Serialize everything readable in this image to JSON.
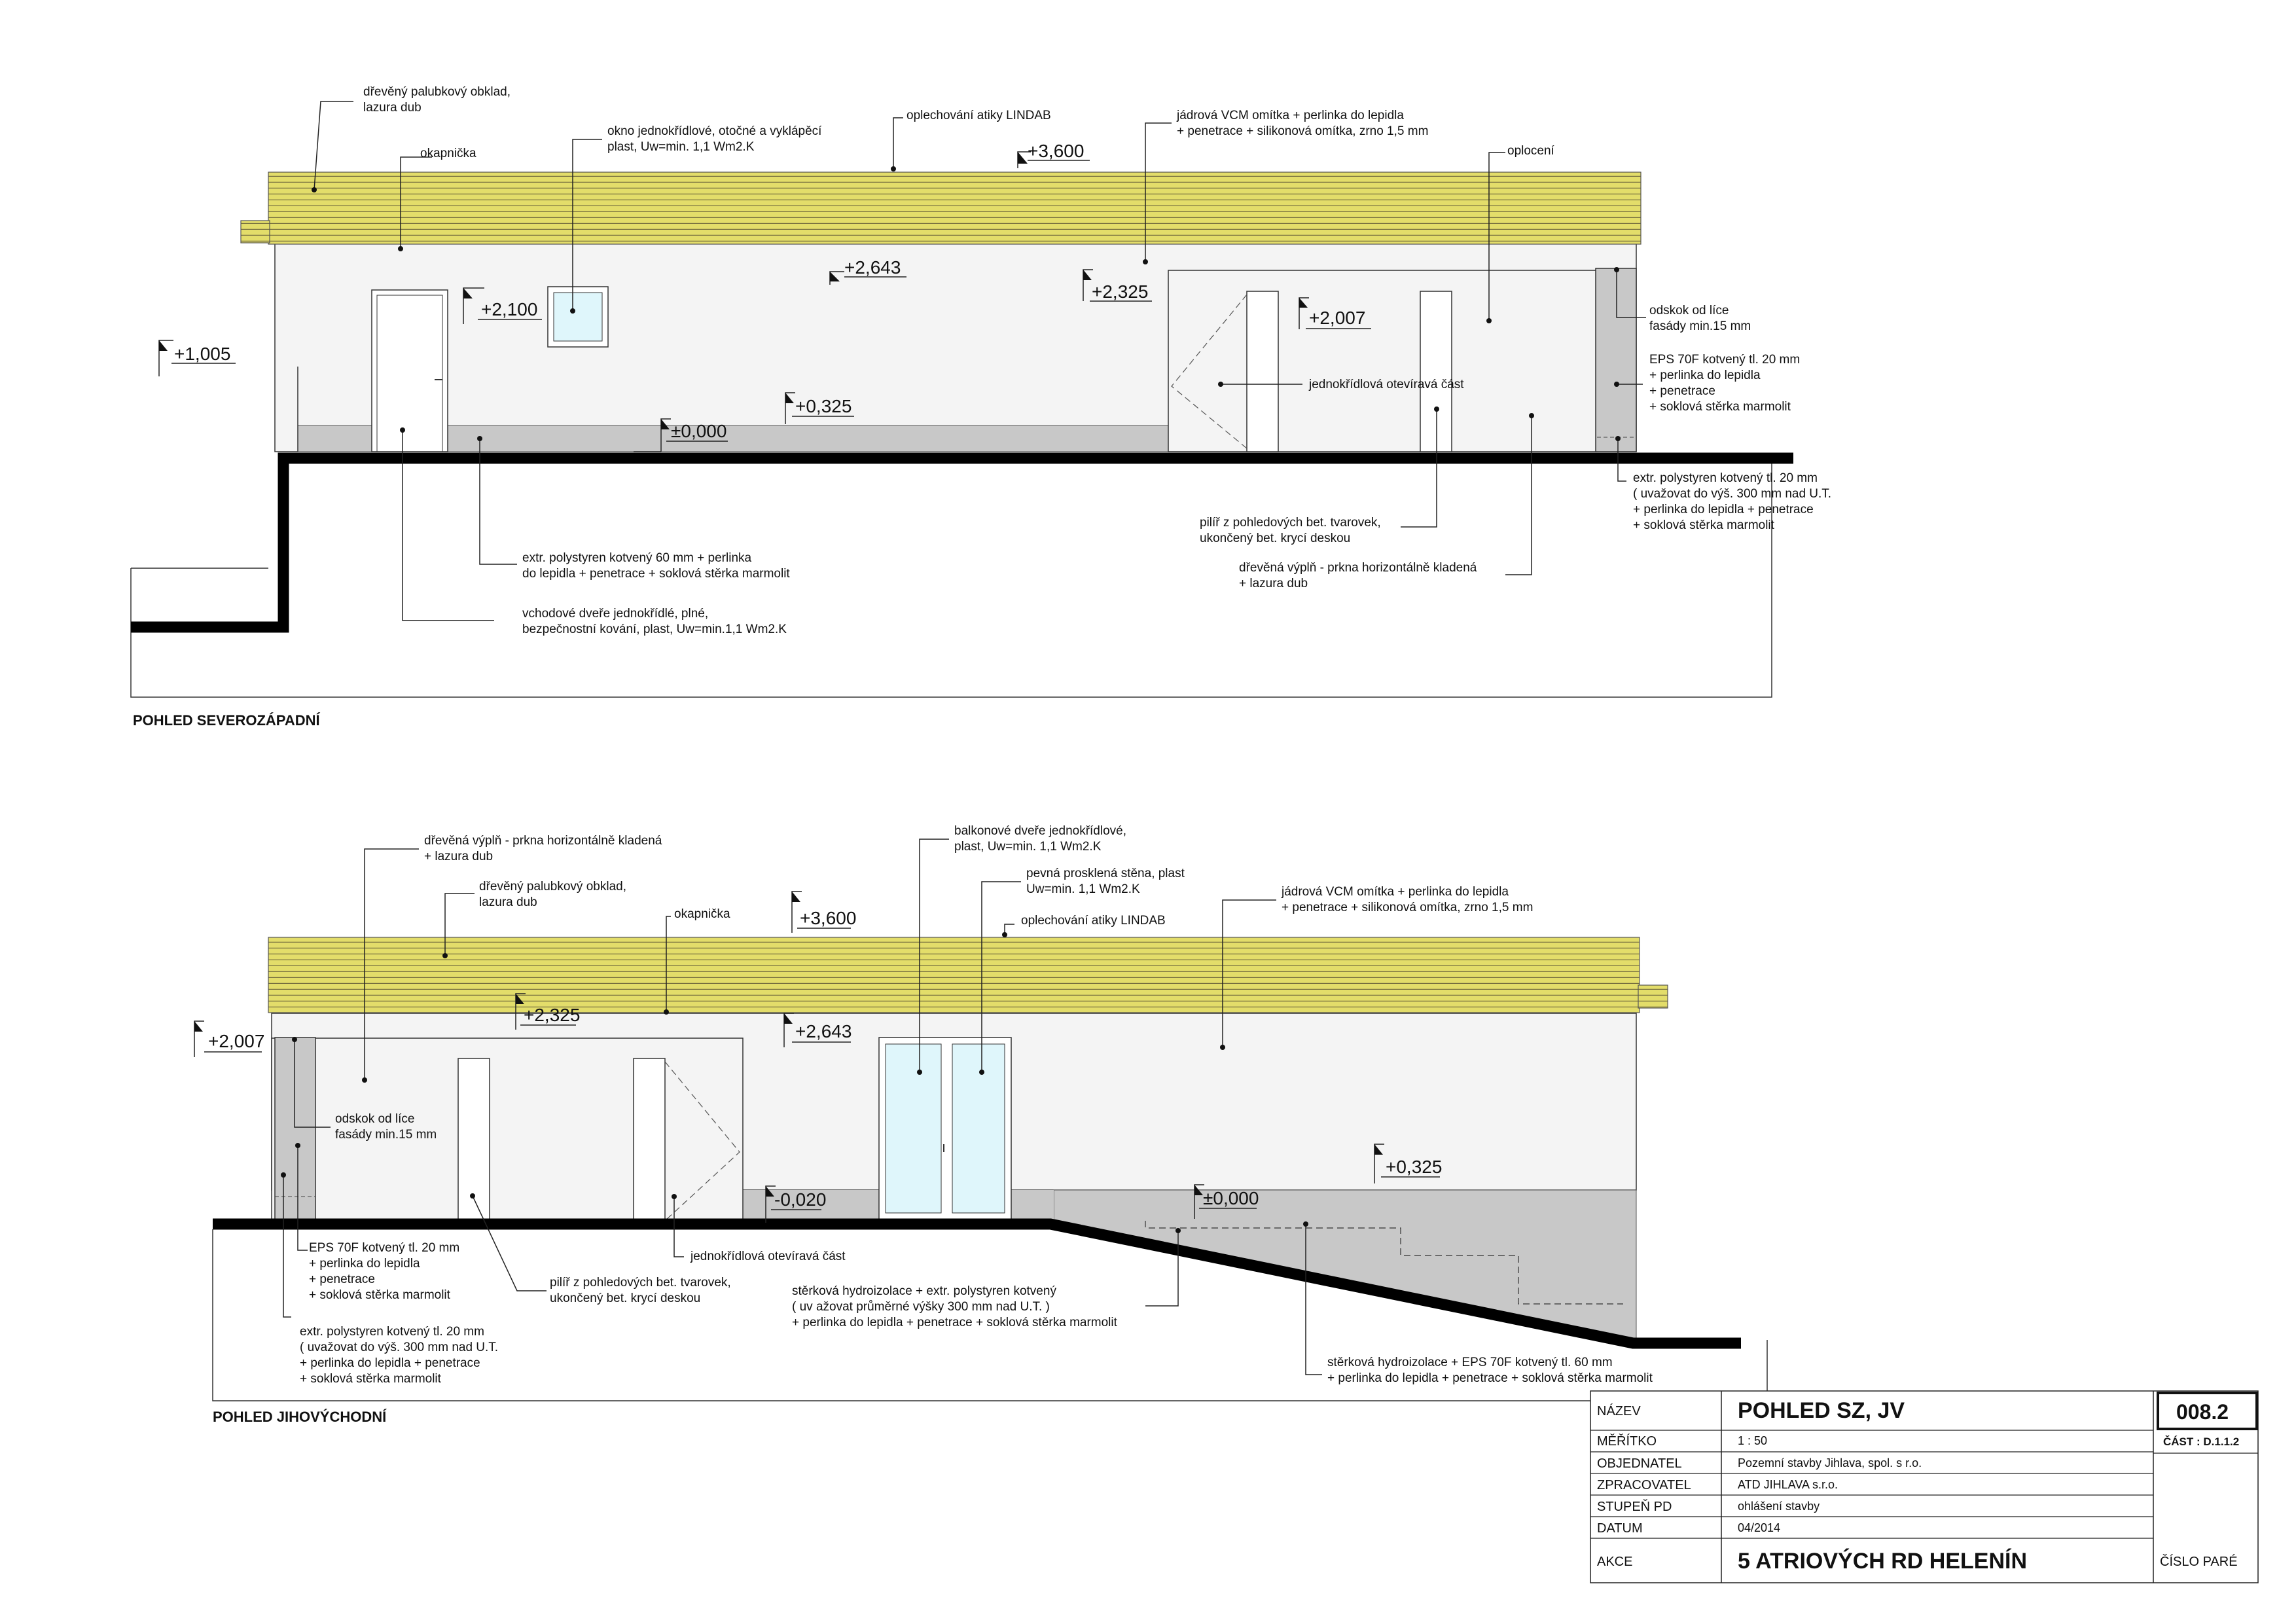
{
  "colors": {
    "roof_fill": "#e3dd6a",
    "roof_lines": "#777040",
    "wall_fill": "#f4f4f4",
    "plinth_fill": "#c8c8c8",
    "glass_fill": "#dff6fb",
    "ground_line": "#000000"
  },
  "view_nw": {
    "title": "POHLED SEVEROZÁPADNÍ",
    "levels": [
      "+3,600",
      "+2,643",
      "+2,325",
      "+2,100",
      "+2,007",
      "+1,005",
      "+0,325",
      "±0,000"
    ],
    "notes": [
      [
        "dřevěný palubkový obklad,",
        "lazura dub"
      ],
      [
        "okapnička"
      ],
      [
        "okno jednokřídlové, otočné a vyklápěcí",
        "plast, Uw=min. 1,1 Wm2.K"
      ],
      [
        "oplechování atiky LINDAB"
      ],
      [
        "jádrová VCM omítka + perlinka do lepidla",
        "+ penetrace + silikonová omítka, zrno 1,5 mm"
      ],
      [
        "oplocení"
      ],
      [
        "odskok od líce",
        "fasády min.15 mm"
      ],
      [
        "EPS 70F kotvený tl. 20 mm",
        "+ perlinka do lepidla",
        "+ penetrace",
        "+ soklová stěrka marmolit"
      ],
      [
        "jednokřídlová otevíravá část"
      ],
      [
        "extr. polystyren kotvený tl. 20 mm",
        "( uvažovat do výš. 300 mm nad U.T.",
        "+ perlinka do lepidla + penetrace",
        "+ soklová stěrka marmolit"
      ],
      [
        "pilíř z pohledových bet. tvarovek,",
        "ukončený bet. krycí deskou"
      ],
      [
        "dřevěná výplň - prkna horizontálně kladená",
        "+ lazura dub"
      ],
      [
        "extr. polystyren kotvený 60 mm + perlinka",
        "do lepidla + penetrace + soklová stěrka marmolit"
      ],
      [
        "vchodové dveře jednokřídlé, plné,",
        "bezpečnostní kování, plast, Uw=min.1,1 Wm2.K"
      ]
    ]
  },
  "view_se": {
    "title": "POHLED JIHOVÝCHODNÍ",
    "levels": [
      "+3,600",
      "+2,643",
      "+2,325",
      "+2,007",
      "+0,325",
      "±0,000",
      "-0,020"
    ],
    "notes": [
      [
        "dřevěná výplň - prkna horizontálně kladená",
        "+ lazura dub"
      ],
      [
        "dřevěný palubkový obklad,",
        "lazura dub"
      ],
      [
        "okapnička"
      ],
      [
        "balkonové dveře jednokřídlové,",
        "plast, Uw=min. 1,1 Wm2.K"
      ],
      [
        "pevná prosklená stěna, plast",
        "Uw=min. 1,1 Wm2.K"
      ],
      [
        "oplechování atiky LINDAB"
      ],
      [
        "jádrová VCM omítka + perlinka do lepidla",
        "+ penetrace + silikonová omítka, zrno 1,5 mm"
      ],
      [
        "odskok od líce",
        "fasády min.15 mm"
      ],
      [
        "EPS 70F kotvený tl. 20 mm",
        "+ perlinka do lepidla",
        "+ penetrace",
        "+ soklová stěrka marmolit"
      ],
      [
        "pilíř z pohledových bet. tvarovek,",
        "ukončený bet. krycí deskou"
      ],
      [
        "jednokřídlová otevíravá část"
      ],
      [
        "stěrková hydroizolace + extr. polystyren kotvený",
        "( uv ažovat průměrné výšky 300 mm nad U.T. )",
        "+ perlinka do lepidla + penetrace + soklová stěrka marmolit"
      ],
      [
        "extr. polystyren kotvený tl. 20 mm",
        "( uvažovat do výš. 300 mm nad U.T.",
        "+ perlinka do lepidla + penetrace",
        "+ soklová stěrka marmolit"
      ],
      [
        "stěrková hydroizolace + EPS 70F kotvený tl. 60 mm",
        "+ perlinka do lepidla + penetrace + soklová stěrka marmolit"
      ]
    ]
  },
  "title_block": {
    "labels": [
      "NÁZEV",
      "MĚŘÍTKO",
      "OBJEDNATEL",
      "ZPRACOVATEL",
      "STUPEŇ PD",
      "DATUM",
      "AKCE"
    ],
    "name": "POHLED SZ, JV",
    "scale": "1 :  50",
    "client": "Pozemní stavby Jihlava, spol. s r.o.",
    "designer": "ATD JIHLAVA s.r.o.",
    "stage": "ohlášení stavby",
    "date": "04/2014",
    "project": "5 ATRIOVÝCH RD HELENÍN",
    "sheet_no": "008.2",
    "part": "ČÁST : D.1.1.2",
    "copy_label": "ČÍSLO PARÉ"
  }
}
